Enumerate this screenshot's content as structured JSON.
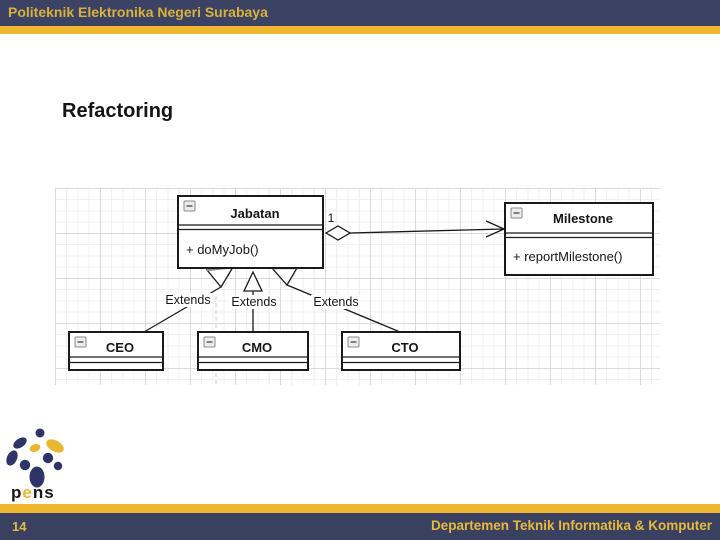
{
  "topbar": {
    "institution": "Politeknik Elektronika Negeri Surabaya"
  },
  "slide": {
    "title": "Refactoring",
    "page_number": "14"
  },
  "footer": {
    "department": "Departemen Teknik Informatika & Komputer"
  },
  "logo": {
    "wordmark": {
      "p": "p",
      "e": "e",
      "ns": "ns"
    }
  },
  "colors": {
    "navy_bar": "#3c4263",
    "gold_stripe": "#eeb72e",
    "bar_text_gold": "#d8b23e",
    "footer_text_gold": "#e7ba3c",
    "title_text": "#141414",
    "diagram_stroke": "#1a1a1a",
    "grid_major": "#dcdae0",
    "grid_minor": "#f2eff3",
    "logo_navy": "#2e3468",
    "logo_yellow": "#eab733"
  },
  "diagram": {
    "classes": [
      {
        "name": "Jabatan",
        "attributes": [],
        "methods": [
          "+ doMyJob()"
        ]
      },
      {
        "name": "Milestone",
        "attributes": [],
        "methods": [
          "+ reportMilestone()"
        ]
      },
      {
        "name": "CEO",
        "attributes": [],
        "methods": []
      },
      {
        "name": "CMO",
        "attributes": [],
        "methods": []
      },
      {
        "name": "CTO",
        "attributes": [],
        "methods": []
      }
    ],
    "relations": [
      {
        "type": "aggregation-association",
        "from": "Jabatan",
        "to": "Milestone",
        "multiplicity": "1"
      },
      {
        "type": "generalization",
        "from": "CEO",
        "to": "Jabatan",
        "label": "Extends"
      },
      {
        "type": "generalization",
        "from": "CMO",
        "to": "Jabatan",
        "label": "Extends"
      },
      {
        "type": "generalization",
        "from": "CTO",
        "to": "Jabatan",
        "label": "Extends"
      }
    ]
  }
}
